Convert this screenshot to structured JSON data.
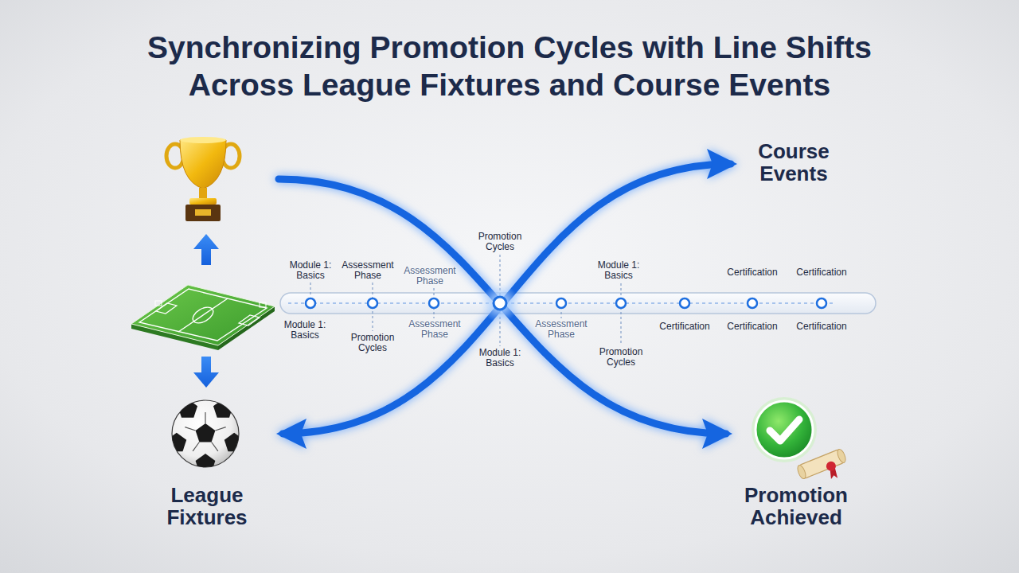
{
  "diagram": {
    "title": "Synchronizing Promotion Cycles with Line Shifts Across League Fixtures and Course Events",
    "nodes": [
      {
        "text": [
          "Course Events"
        ]
      },
      {
        "text": [
          "League Fixtures"
        ]
      },
      {
        "text": [
          "Promotion Achieved"
        ]
      }
    ],
    "edges": [
      {
        "from": 1,
        "to": 0,
        "arrow": "both"
      }
    ],
    "labels": [
      "Module 1: Basics",
      "Assessment Phase",
      "Assessment Phase",
      "Promotion Cycles",
      "Module 1: Basics",
      "Certification",
      "Certification",
      "Module 1: Basics",
      "Promotion Cycles",
      "Assessment Phase",
      "Module 1: Basics",
      "Assessment Phase",
      "Promotion Cycles",
      "Certification",
      "Certification",
      "Certification"
    ]
  }
}
